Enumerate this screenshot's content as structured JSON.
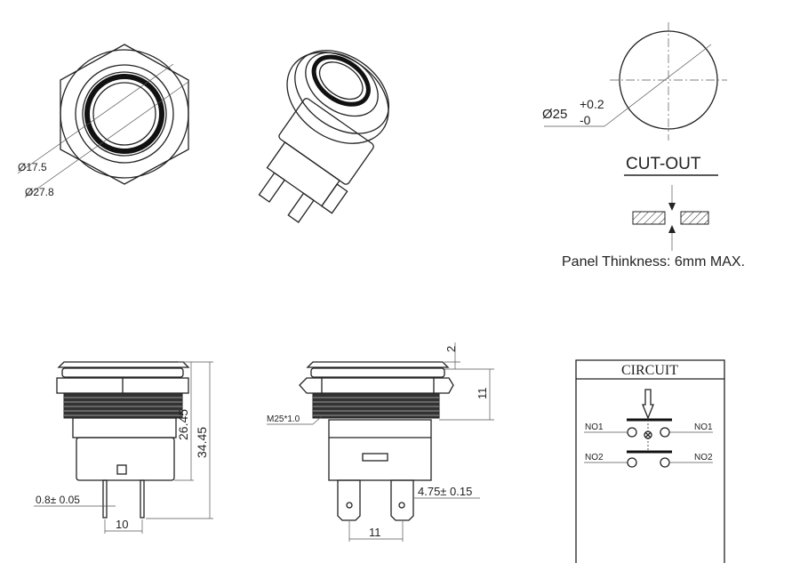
{
  "front_view": {
    "dia_inner": "Ø17.5",
    "dia_outer": "Ø27.8"
  },
  "cutout": {
    "diameter": "Ø25",
    "tol_plus": "+0.2",
    "tol_minus": "-0",
    "title": "CUT-OUT",
    "panel_note": "Panel Thinkness: 6mm MAX."
  },
  "side_view_pins": {
    "height_body": "26.45",
    "height_total": "34.45",
    "pin_width": "0.8± 0.05",
    "pin_pitch": "10"
  },
  "side_view_tabs": {
    "cap_height": "2",
    "thread_length": "11",
    "thread": "M25*1.0",
    "tab_width": "4.75± 0.15",
    "tab_pitch": "11"
  },
  "circuit": {
    "title": "CIRCUIT",
    "no1_left": "NO1",
    "no1_right": "NO1",
    "no2_left": "NO2",
    "no2_right": "NO2"
  }
}
